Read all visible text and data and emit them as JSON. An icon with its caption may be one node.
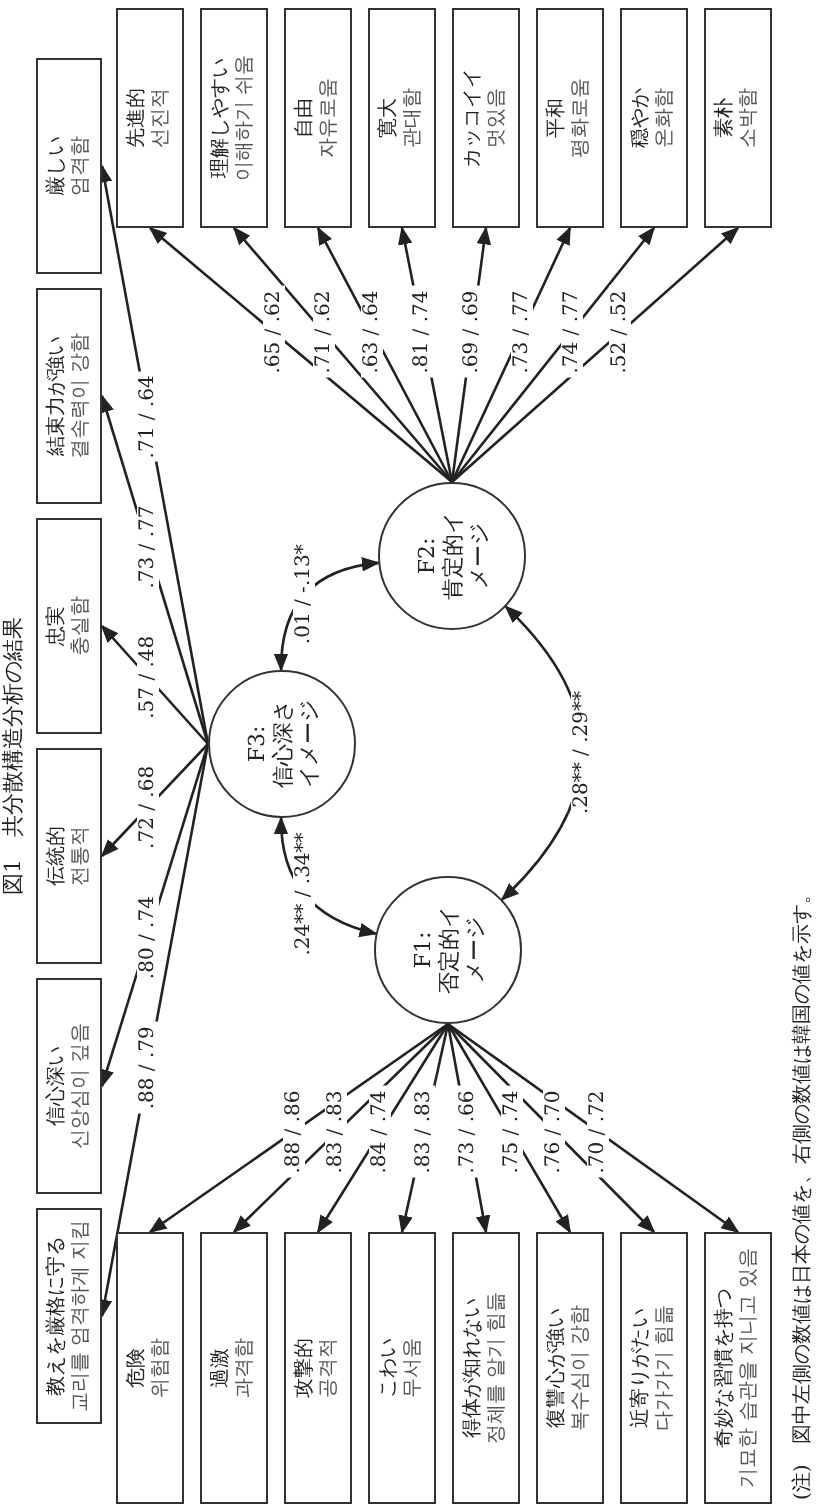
{
  "diagram": {
    "title": "図1　共分散構造分析の結果",
    "caption": "(注)　図中左側の数値は日本の値を、右側の数値は韓国の値を示す。",
    "nodes": [
      {
        "text": [
          "教えを厳格に守る",
          "교리를 엄격하게 지킴"
        ]
      },
      {
        "text": [
          "信心深い",
          "신앙심이 깊음"
        ]
      },
      {
        "text": [
          "伝統的",
          "전통적"
        ]
      },
      {
        "text": [
          "忠実",
          "충실함"
        ]
      },
      {
        "text": [
          "結束力が強い",
          "결속력이 강함"
        ]
      },
      {
        "text": [
          "厳しい",
          "엄격함"
        ]
      },
      {
        "text": [
          "F3:",
          "信心深さイメージ"
        ]
      },
      {
        "text": [
          "F1:",
          "否定的イメージ"
        ]
      },
      {
        "text": [
          "F2:",
          "肯定的イメージ"
        ]
      },
      {
        "text": [
          "危険",
          "위험함"
        ]
      },
      {
        "text": [
          "過激",
          "과격함"
        ]
      },
      {
        "text": [
          "攻撃的",
          "공격적"
        ]
      },
      {
        "text": [
          "こわい",
          "무서움"
        ]
      },
      {
        "text": [
          "得体が知れない",
          "정체를 알기 힘듦"
        ]
      },
      {
        "text": [
          "復讐心が強い",
          "복수심이 강함"
        ]
      },
      {
        "text": [
          "近寄りがたい",
          "다가가기 힘듦"
        ]
      },
      {
        "text": [
          "奇妙な習慣を持つ",
          "기묘한 습관을 지니고 있음"
        ]
      },
      {
        "text": [
          "先進的",
          "선진적"
        ]
      },
      {
        "text": [
          "理解しやすい",
          "이해하기 쉬움"
        ]
      },
      {
        "text": [
          "自由",
          "자유로움"
        ]
      },
      {
        "text": [
          "寛大",
          "관대함"
        ]
      },
      {
        "text": [
          "カッコイイ",
          "멋있음"
        ]
      },
      {
        "text": [
          "平和",
          "평화로움"
        ]
      },
      {
        "text": [
          "穏やか",
          "온화함"
        ]
      },
      {
        "text": [
          "素朴",
          "소박함"
        ]
      }
    ],
    "edges": [
      {
        "from": 6,
        "to": 0,
        "arrow": "to",
        "label": ".88 / .79"
      },
      {
        "from": 6,
        "to": 1,
        "arrow": "to",
        "label": ".80 / .74"
      },
      {
        "from": 6,
        "to": 2,
        "arrow": "to",
        "label": ".72 / .68"
      },
      {
        "from": 6,
        "to": 3,
        "arrow": "to",
        "label": ".57 / .48"
      },
      {
        "from": 6,
        "to": 4,
        "arrow": "to",
        "label": ".73 / .77"
      },
      {
        "from": 6,
        "to": 5,
        "arrow": "to",
        "label": ".71 / .64"
      },
      {
        "from": 7,
        "to": 9,
        "arrow": "to",
        "label": ".88 / .86"
      },
      {
        "from": 7,
        "to": 10,
        "arrow": "to",
        "label": ".83 / .83"
      },
      {
        "from": 7,
        "to": 11,
        "arrow": "to",
        "label": ".84 / .74"
      },
      {
        "from": 7,
        "to": 12,
        "arrow": "to",
        "label": ".83 / .83"
      },
      {
        "from": 7,
        "to": 13,
        "arrow": "to",
        "label": ".73 / .66"
      },
      {
        "from": 7,
        "to": 14,
        "arrow": "to",
        "label": ".75 / .74"
      },
      {
        "from": 7,
        "to": 15,
        "arrow": "to",
        "label": ".76 / .70"
      },
      {
        "from": 7,
        "to": 16,
        "arrow": "to",
        "label": ".70 / .72"
      },
      {
        "from": 8,
        "to": 17,
        "arrow": "to",
        "label": ".65 / .62"
      },
      {
        "from": 8,
        "to": 18,
        "arrow": "to",
        "label": ".71 / .62"
      },
      {
        "from": 8,
        "to": 19,
        "arrow": "to",
        "label": ".63 / .64"
      },
      {
        "from": 8,
        "to": 20,
        "arrow": "to",
        "label": ".81 / .74"
      },
      {
        "from": 8,
        "to": 21,
        "arrow": "to",
        "label": ".69 / .69"
      },
      {
        "from": 8,
        "to": 22,
        "arrow": "to",
        "label": ".73 / .77"
      },
      {
        "from": 8,
        "to": 23,
        "arrow": "to",
        "label": ".74 / .77"
      },
      {
        "from": 8,
        "to": 24,
        "arrow": "to",
        "label": ".52 / .52"
      },
      {
        "from": 6,
        "to": 7,
        "arrow": "both",
        "label": ".24** / .34**"
      },
      {
        "from": 6,
        "to": 8,
        "arrow": "both",
        "label": ".01 / -.13*"
      },
      {
        "from": 7,
        "to": 8,
        "arrow": "both",
        "label": ".28** / .29**"
      }
    ]
  }
}
